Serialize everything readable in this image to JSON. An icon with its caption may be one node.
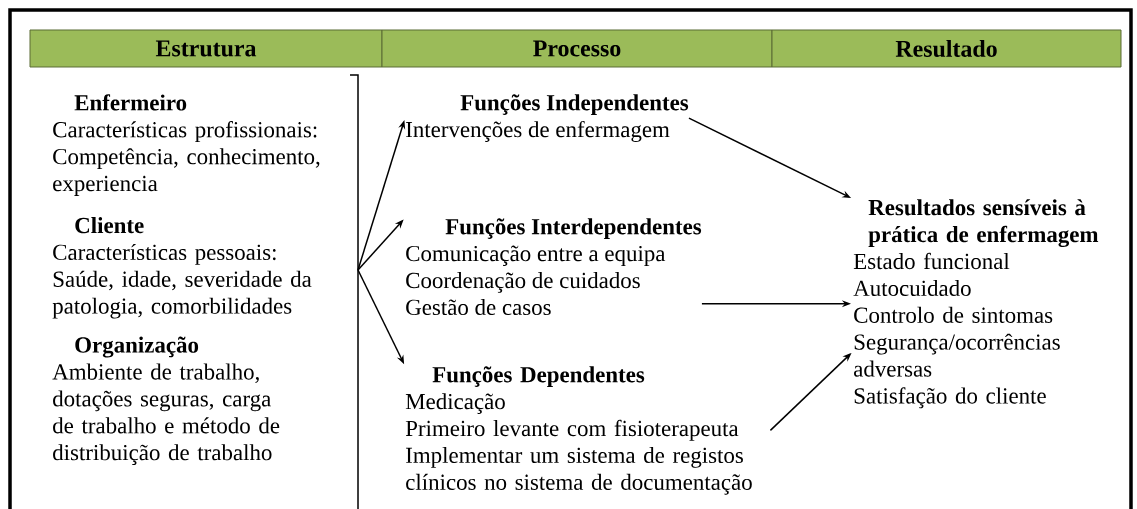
{
  "diagram": {
    "nodes": [
      {
        "text": [
          "Estrutura"
        ]
      },
      {
        "text": [
          "Processo"
        ]
      },
      {
        "text": [
          "Resultado"
        ]
      },
      {
        "text": [
          "Enfermeiro",
          "Características profissionais: Competência, conhecimento, experiencia",
          "Cliente",
          "Características pessoais: Saúde, idade, severidade da patologia, comorbilidades",
          "Organização",
          "Ambiente de trabalho, dotações seguras, carga de trabalho e método de distribuição de trabalho"
        ]
      },
      {
        "text": [
          "Funções Independentes",
          "Intervenções de enfermagem"
        ]
      },
      {
        "text": [
          "Funções Interdependentes",
          "Comunicação entre a equipa",
          "Coordenação de cuidados",
          "Gestão de casos"
        ]
      },
      {
        "text": [
          "Funções Dependentes",
          "Medicação",
          "Primeiro levante com fisioterapeuta",
          "Implementar um sistema de registos clínicos no sistema de documentação"
        ]
      },
      {
        "text": [
          "Resultados sensíveis à prática de enfermagem",
          "Estado funcional",
          "Autocuidado",
          "Controlo de sintomas",
          "Segurança/ocorrências adversas",
          "Satisfação do cliente"
        ]
      }
    ],
    "edges": [
      {
        "from": 3,
        "to": 4,
        "arrow": "to"
      },
      {
        "from": 3,
        "to": 5,
        "arrow": "to"
      },
      {
        "from": 3,
        "to": 6,
        "arrow": "to"
      },
      {
        "from": 4,
        "to": 7,
        "arrow": "to"
      },
      {
        "from": 5,
        "to": 7,
        "arrow": "to"
      },
      {
        "from": 6,
        "to": 7,
        "arrow": "to"
      }
    ]
  }
}
